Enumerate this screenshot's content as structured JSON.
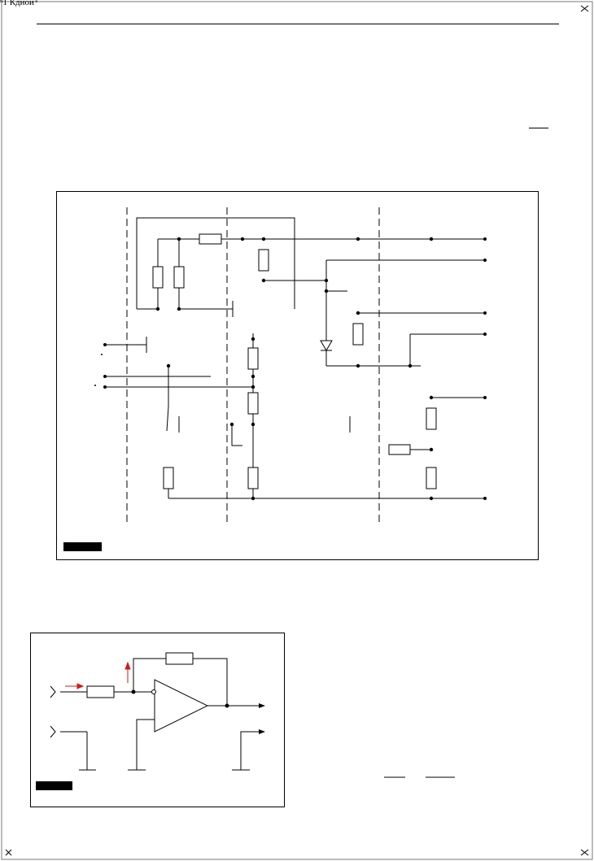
{
  "page": {
    "header_fragment": "ⁿ1 Кднoй ͣ",
    "corner_marks": "arrow-corner-icons"
  },
  "figures": [
    {
      "name": "circuit-schematic-large",
      "caption_label": ""
    },
    {
      "name": "op-amp-inverting-circuit",
      "caption_label": ""
    }
  ],
  "colors": {
    "line": "#000000",
    "current_arrow": "#d21b1b",
    "page": "#ffffff"
  }
}
